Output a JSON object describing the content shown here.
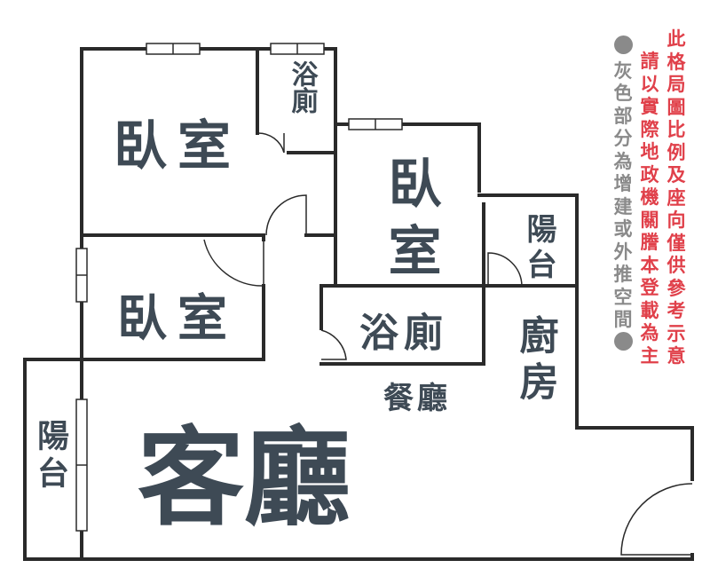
{
  "rooms": {
    "bedroom_1": "臥室",
    "bathroom_1": "浴廁",
    "bedroom_2": "臥室",
    "balcony_1": "陽台",
    "bedroom_3": "臥室",
    "bathroom_2": "浴廁",
    "kitchen": "廚房",
    "dining": "餐廳",
    "balcony_2": "陽台",
    "living": "客廳"
  },
  "notes": {
    "disclaimer_1": "此格局圖比例及座向僅供參考示意",
    "disclaimer_2": "請以實際地政機關謄本登載為主",
    "gray_note": "灰色部分為增建或外推空間"
  },
  "colors": {
    "room_text": "#3e4a55",
    "note_red": "#e0404a",
    "note_gray": "#8a8a8a",
    "wall": "#2a2a2a"
  }
}
